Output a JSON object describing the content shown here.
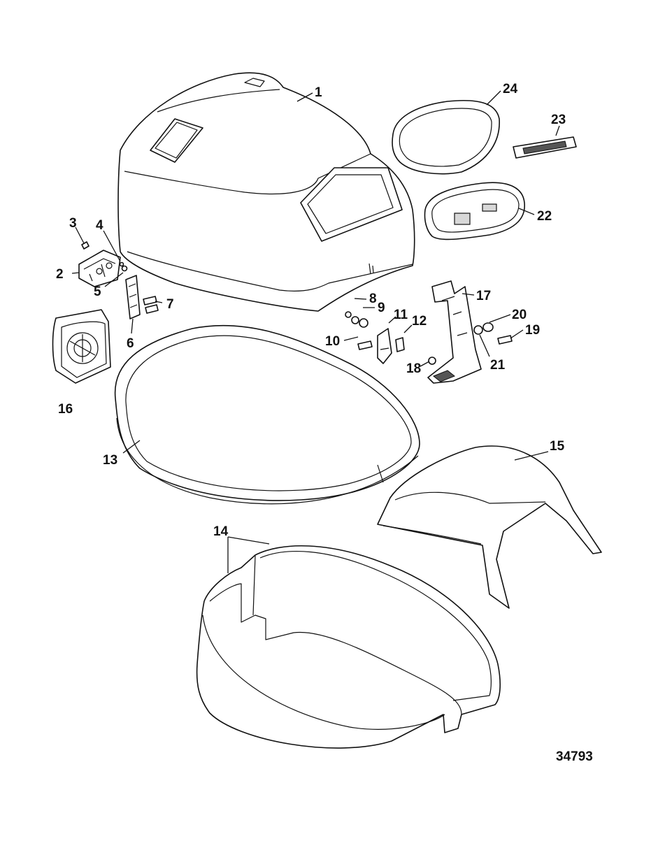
{
  "figure_id": "34793",
  "callouts": [
    "1",
    "2",
    "3",
    "4",
    "5",
    "6",
    "7",
    "8",
    "9",
    "10",
    "11",
    "12",
    "13",
    "14",
    "15",
    "16",
    "17",
    "18",
    "19",
    "20",
    "21",
    "22",
    "23",
    "24"
  ]
}
